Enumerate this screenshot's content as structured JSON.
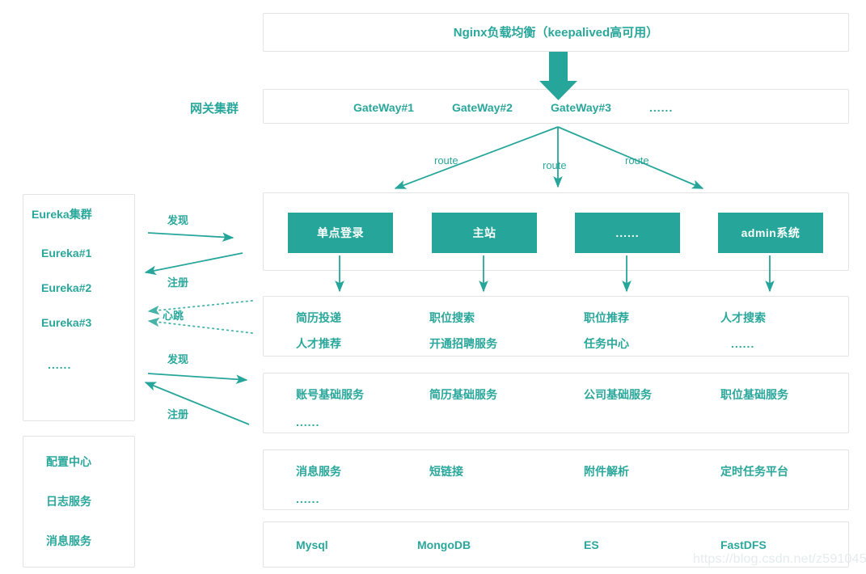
{
  "theme": {
    "accent": "#26a69a",
    "text_teal": "#2aa79b",
    "border": "#e3e3e3",
    "box_fill": "#ffffff",
    "watermark_color": "#e4eced",
    "background": "#ffffff"
  },
  "nginx": {
    "title": "Nginx负载均衡（keepalived高可用）"
  },
  "gateway": {
    "side_label": "网关集群",
    "nodes": [
      "GateWay#1",
      "GateWay#2",
      "GateWay#3",
      "......"
    ]
  },
  "route_labels": [
    "route",
    "route",
    "route"
  ],
  "eureka": {
    "title": "Eureka集群",
    "nodes": [
      "Eureka#1",
      "Eureka#2",
      "Eureka#3",
      "......"
    ]
  },
  "infra_left": {
    "items": [
      "配置中心",
      "日志服务",
      "消息服务"
    ]
  },
  "relations": {
    "discover_top": "发现",
    "register_top": "注册",
    "heartbeat": "心跳",
    "discover_bottom": "发现",
    "register_bottom": "注册"
  },
  "apps": {
    "boxes": [
      "单点登录",
      "主站",
      "......",
      "admin系统"
    ]
  },
  "business_services": {
    "columns": [
      [
        "简历投递",
        "人才推荐"
      ],
      [
        "职位搜索",
        "开通招聘服务"
      ],
      [
        "职位推荐",
        "任务中心"
      ],
      [
        "人才搜索",
        "......"
      ]
    ]
  },
  "base_services": {
    "columns": [
      [
        "账号基础服务",
        "......"
      ],
      [
        "简历基础服务",
        ""
      ],
      [
        "公司基础服务",
        ""
      ],
      [
        "职位基础服务",
        ""
      ]
    ]
  },
  "support_services": {
    "columns": [
      [
        "消息服务",
        "......"
      ],
      [
        "短链接",
        ""
      ],
      [
        "附件解析",
        ""
      ],
      [
        "定时任务平台",
        ""
      ]
    ]
  },
  "storage": {
    "items": [
      "Mysql",
      "MongoDB",
      "ES",
      "FastDFS"
    ]
  },
  "watermark": {
    "text": "https://blog.csdn.net/z591045"
  }
}
